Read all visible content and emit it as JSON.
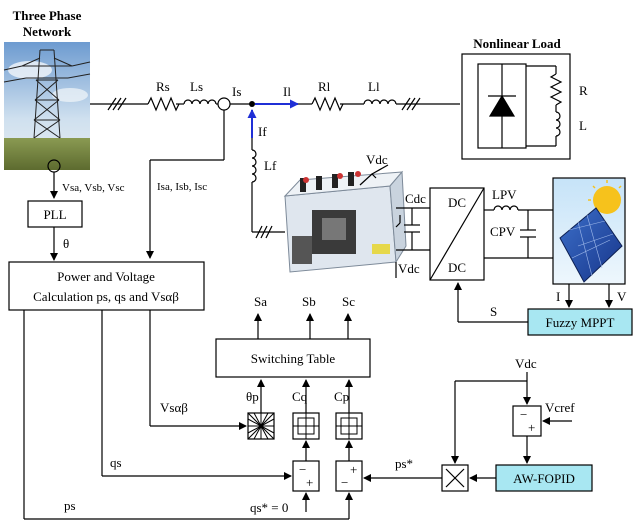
{
  "network": {
    "title_line1": "Three Phase",
    "title_line2": "Network"
  },
  "load": {
    "title": "Nonlinear Load",
    "r": "R",
    "l": "L"
  },
  "source": {
    "rs": "Rs",
    "ls": "Ls",
    "is": "Is",
    "il": "Il",
    "rl": "Rl",
    "ll": "Ll",
    "if": "If",
    "lf": "Lf"
  },
  "signals": {
    "vabc": "Vsa, Vsb, Vsc",
    "iabc": "Isa, Isb, Isc",
    "theta": "θ",
    "vdc_top": "Vdc",
    "vdc_bottom": "Vdc",
    "cdc": "Cdc",
    "lpv": "LPV",
    "cpv": "CPV",
    "i_pv": "I",
    "v_pv": "V",
    "s": "S",
    "valphabeta": "Vsαβ",
    "qs": "qs",
    "ps": "ps",
    "qs_ref": "qs* = 0",
    "ps_ref": "ps*",
    "vdc_ref_in": "Vdc",
    "vcref": "Vcref",
    "sa": "Sa",
    "sb": "Sb",
    "sc": "Sc",
    "theta_p": "θp",
    "cq": "Cq",
    "cp": "Cp"
  },
  "blocks": {
    "pll": "PLL",
    "calc_line1": "Power and Voltage",
    "calc_line2": "Calculation ps, qs and Vsαβ",
    "switching_table": "Switching Table",
    "dc_top": "DC",
    "dc_bottom": "DC",
    "fuzzy": "Fuzzy MPPT",
    "awfopid": "AW-FOPID"
  },
  "signs": {
    "minus": "−",
    "plus": "+"
  },
  "colors": {
    "accent_fill": "#a8e7f2",
    "current_arrow": "#1f2fd6"
  }
}
